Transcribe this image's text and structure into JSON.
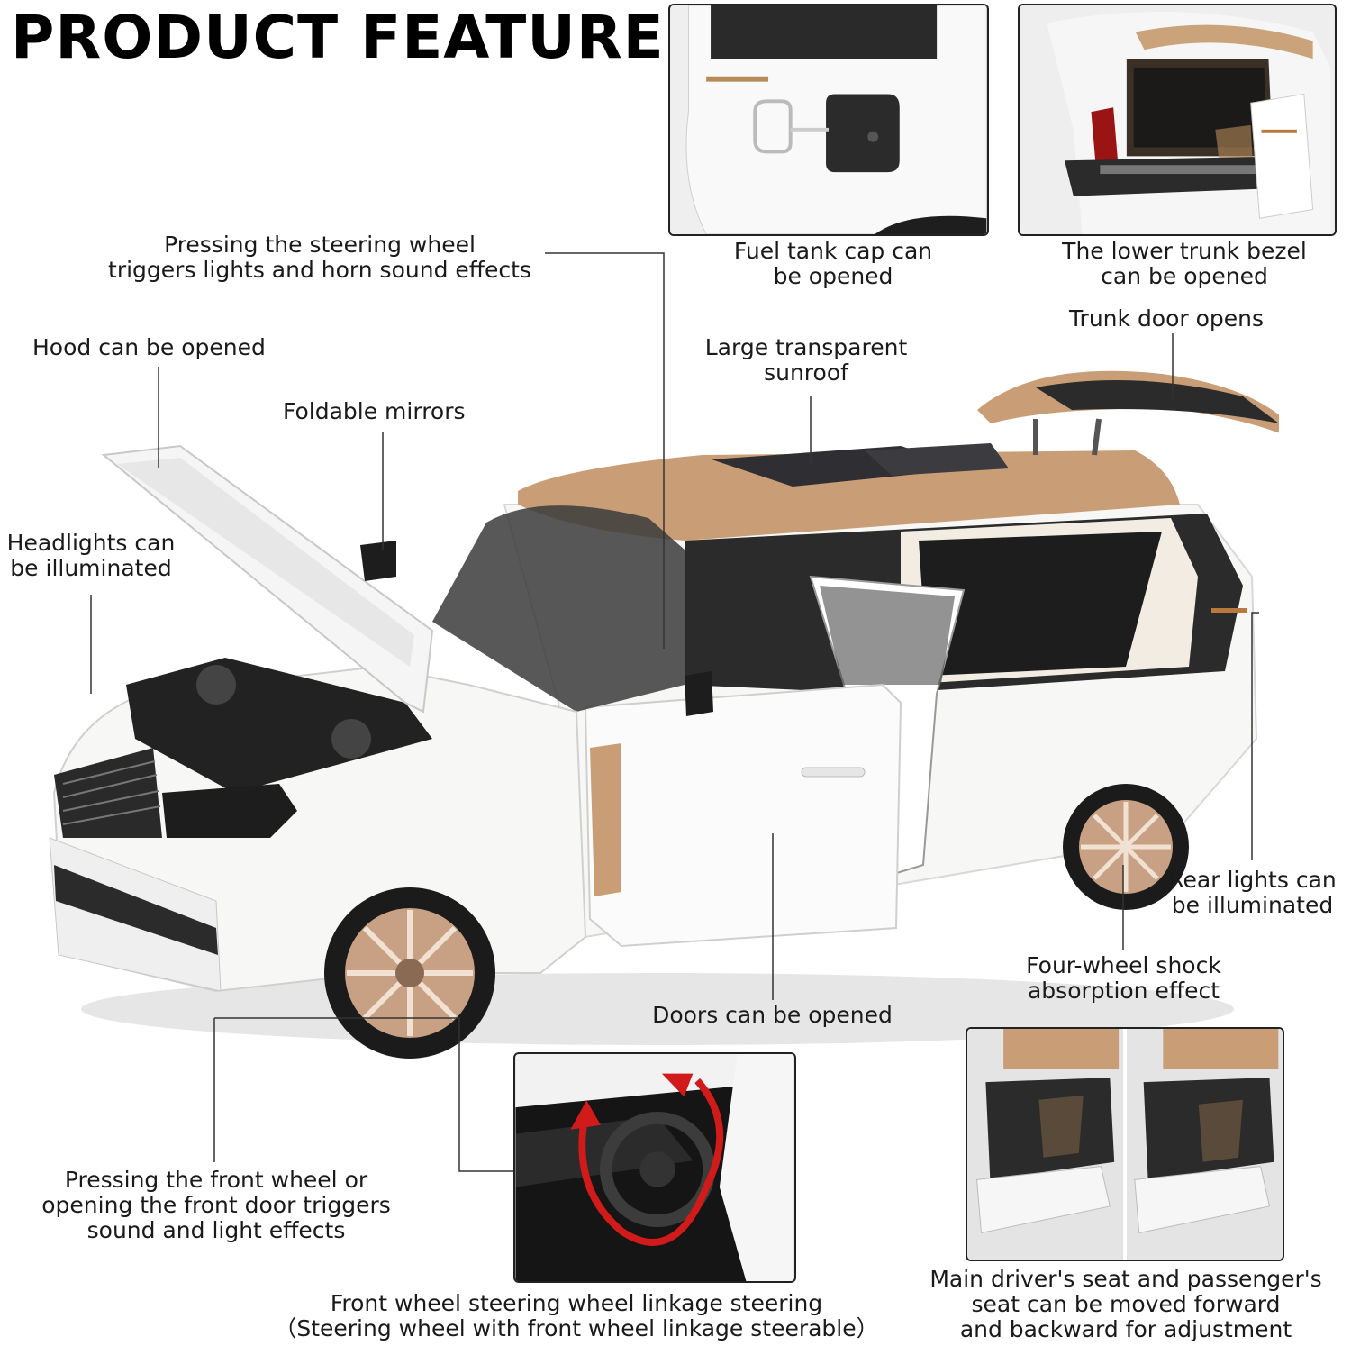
{
  "title": "PRODUCT FEATURE",
  "colors": {
    "body_white": "#f7f7f5",
    "roof_gold": "#c99e77",
    "interior_dark": "#2b2b2b",
    "arrow_red": "#d11a1a",
    "wheel_bronze": "#c8a184"
  },
  "features": {
    "steering_horn": "Pressing the steering wheel\ntriggers lights and horn sound effects",
    "fuel_cap": "Fuel tank cap can\nbe opened",
    "trunk_bezel": "The lower trunk bezel\ncan be opened",
    "trunk_door": "Trunk door opens",
    "hood": "Hood can be opened",
    "sunroof": "Large transparent\nsunroof",
    "mirrors": "Foldable mirrors",
    "headlights": "Headlights can\nbe illuminated",
    "rear_lights": "Rear lights can\nbe illuminated",
    "shock_absorption": "Four-wheel shock\nabsorption effect",
    "doors": "Doors can be opened",
    "front_wheel_sound": "Pressing the front wheel or\nopening the front door triggers\nsound and light effects",
    "steering_linkage": "Front wheel steering wheel linkage steering\n（Steering wheel with front wheel linkage steerable）",
    "seat_adjust": "Main driver's seat and passenger's\nseat can be moved forward\nand backward for adjustment"
  }
}
